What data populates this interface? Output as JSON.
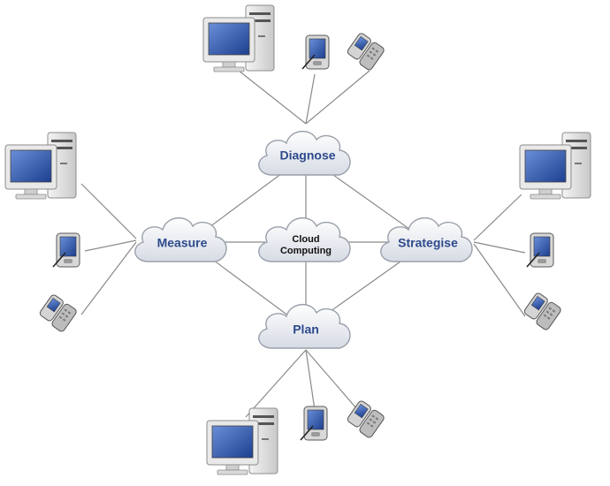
{
  "nodes": {
    "center": {
      "line1": "Cloud",
      "line2": "Computing"
    },
    "diagnose": {
      "label": "Diagnose"
    },
    "measure": {
      "label": "Measure"
    },
    "strategise": {
      "label": "Strategise"
    },
    "plan": {
      "label": "Plan"
    }
  },
  "colors": {
    "line": "#8a8a8a",
    "cloud_fill": "#e9ecf2",
    "cloud_stroke": "#9aa0aa",
    "label": "#2d4a8c",
    "center_label": "#111111"
  },
  "device_icons": [
    "desktop-computer-icon",
    "pda-icon",
    "flip-phone-icon"
  ]
}
